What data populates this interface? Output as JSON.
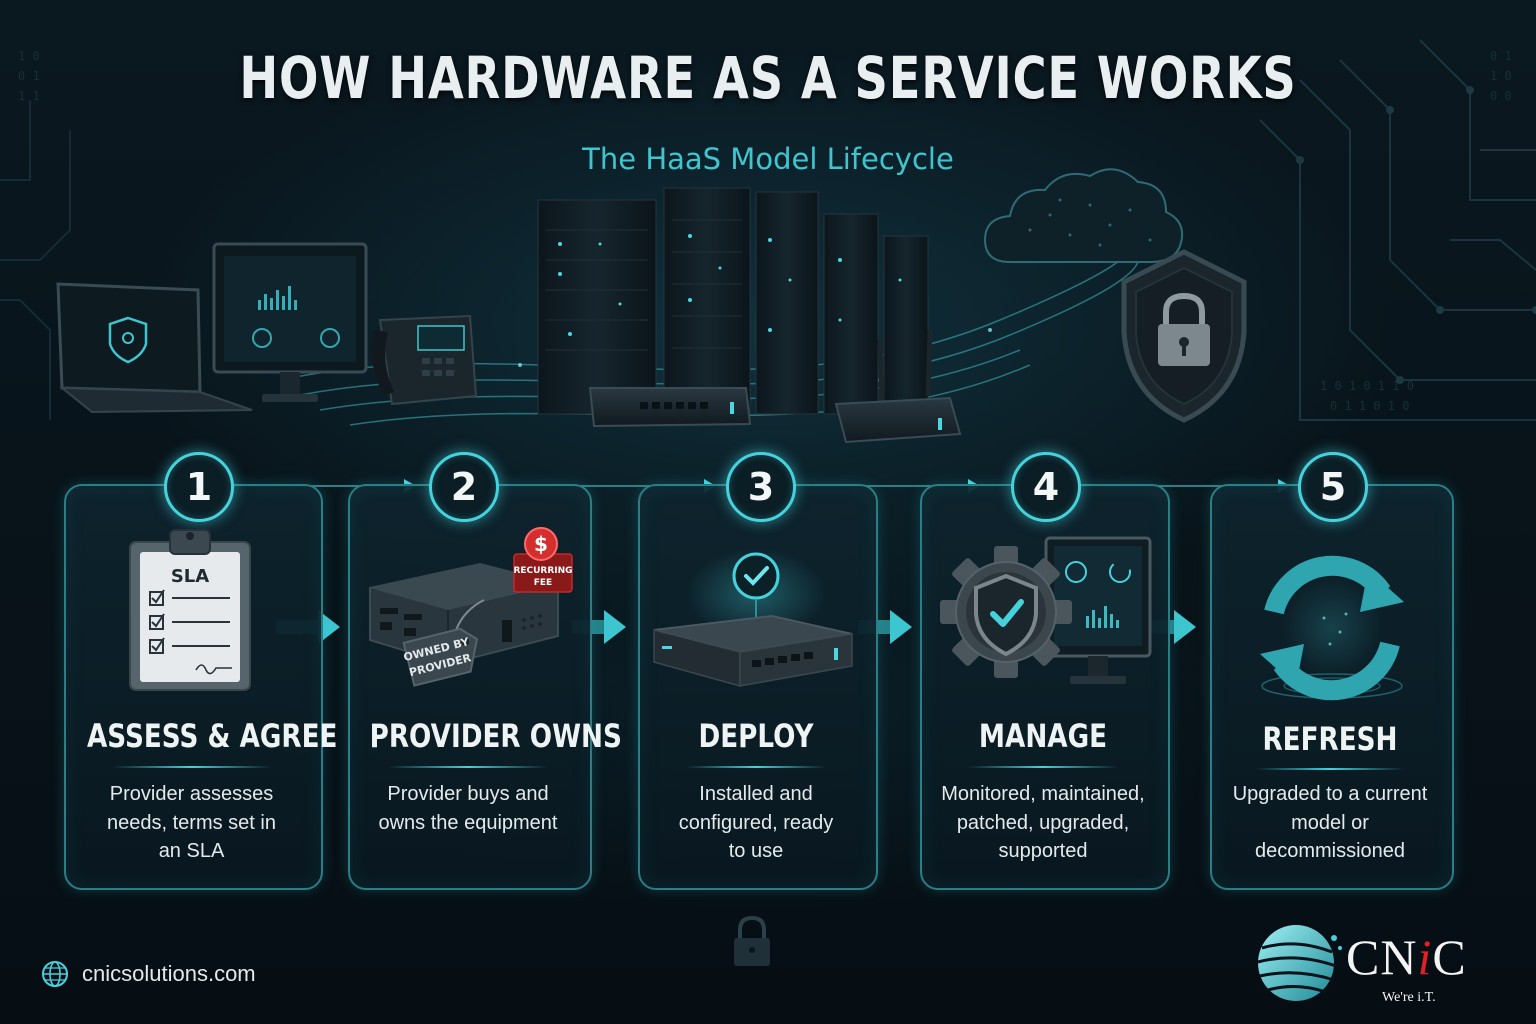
{
  "header": {
    "title": "HOW HARDWARE AS A SERVICE WORKS",
    "subtitle": "The HaaS Model Lifecycle"
  },
  "colors": {
    "accent": "#45d2dc",
    "card_border": "#2c7e86",
    "background": "#07121a",
    "fee_red": "#c62828",
    "logo_red": "#e21f26"
  },
  "steps": [
    {
      "number": "1",
      "title": "ASSESS & AGREE",
      "desc_lines": [
        "Provider assesses",
        "needs, terms set in",
        "an SLA"
      ],
      "icon": "clipboard-sla-icon",
      "icon_text": "SLA"
    },
    {
      "number": "2",
      "title": "PROVIDER OWNS",
      "desc_lines": [
        "Provider buys and",
        "owns the equipment"
      ],
      "icon": "server-tag-icon",
      "tag_lines": [
        "OWNED BY",
        "PROVIDER"
      ],
      "fee_lines": [
        "RECURRING",
        "FEE"
      ],
      "fee_symbol": "$"
    },
    {
      "number": "3",
      "title": "DEPLOY",
      "desc_lines": [
        "Installed and",
        "configured, ready",
        "to use"
      ],
      "icon": "router-check-icon"
    },
    {
      "number": "4",
      "title": "MANAGE",
      "desc_lines": [
        "Monitored, maintained,",
        "patched, upgraded,",
        "supported"
      ],
      "icon": "gear-shield-monitor-icon"
    },
    {
      "number": "5",
      "title": "REFRESH",
      "desc_lines": [
        "Upgraded to a current",
        "model or",
        "decommissioned"
      ],
      "icon": "refresh-arrows-icon"
    }
  ],
  "footer": {
    "website": "cnicsolutions.com",
    "website_icon": "globe-icon",
    "logo_name": "CNiC",
    "logo_parts": [
      "CN",
      "i",
      "C"
    ],
    "logo_tagline": "We're i.T."
  }
}
